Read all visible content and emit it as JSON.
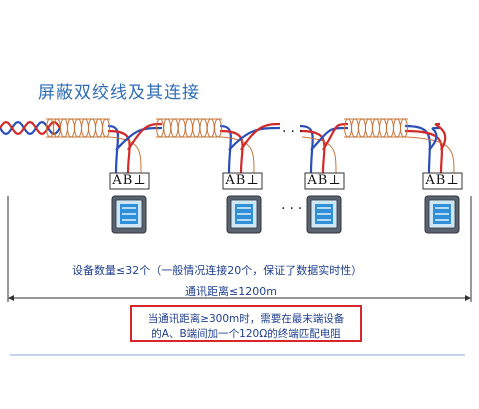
{
  "title": "屏蔽双绞线及其连接",
  "terminal_label": "AB⊥",
  "ellipsis": "···",
  "device_count_text": "设备数量≤32个（一般情况连接20个，保证了数据实时性）",
  "distance_text": "通讯距离≤1200m",
  "note": {
    "line1": "当通讯距离≥300m时，需要在最末端设备",
    "line2": "的A、B端间加一个120Ω的终端匹配电阻"
  },
  "colors": {
    "title": "#2f6db5",
    "wire_blue": "#2b4fb8",
    "wire_red": "#d12a2a",
    "shield": "#c8743a",
    "note_border": "#d9262c",
    "text": "#1f3f8f"
  }
}
